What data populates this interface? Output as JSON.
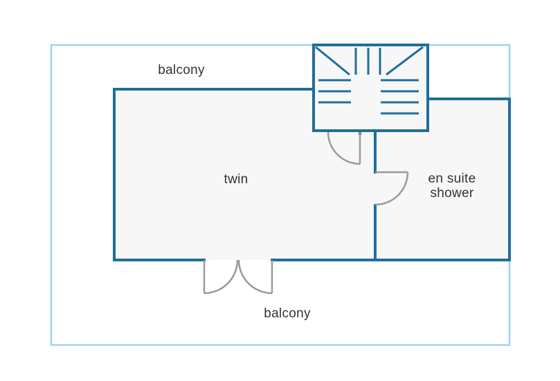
{
  "labels": {
    "balcony_top": "balcony",
    "twin": "twin",
    "en_suite_line1": "en suite",
    "en_suite_line2": "shower",
    "balcony_bottom": "balcony"
  },
  "colors": {
    "wall": "#1f6e9c",
    "outline": "#9fd3ea",
    "door": "#9a9a9a",
    "room_fill": "#f7f7f7",
    "text": "#333333"
  }
}
